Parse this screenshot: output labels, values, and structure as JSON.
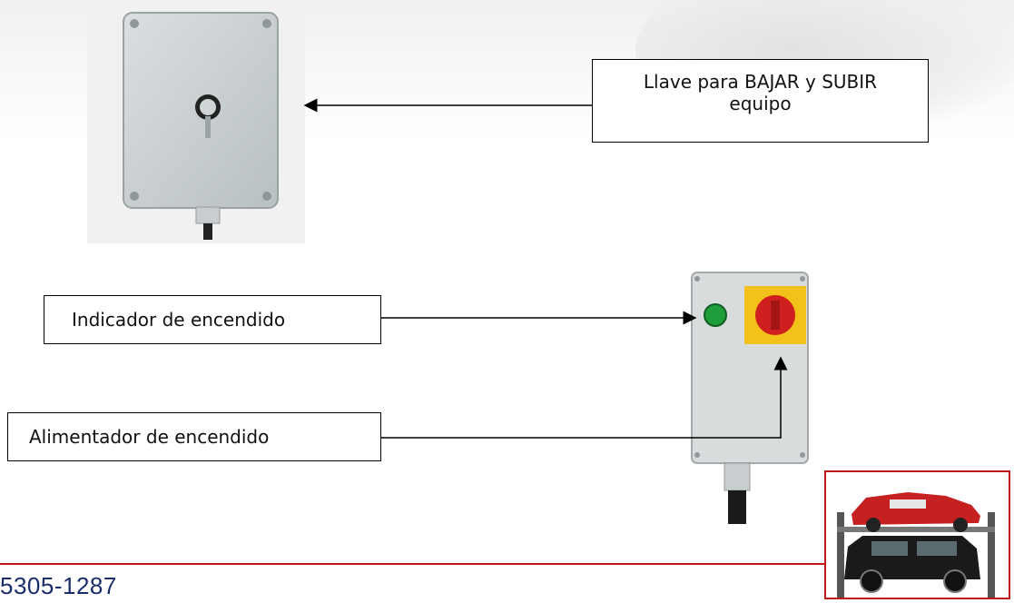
{
  "callouts": {
    "key_switch": {
      "line1": "Llave para BAJAR y SUBIR",
      "line2": "equipo"
    },
    "power_indicator": {
      "label": "Indicador de encendido"
    },
    "power_supply": {
      "label": "Alimentador de encendido"
    }
  },
  "footer": {
    "phone": "5305-1287"
  },
  "colors": {
    "accent_red": "#c0171b",
    "phone_blue": "#1b2c6b",
    "indicator_green": "#1e9e3a",
    "switch_yellow": "#f2c21a",
    "switch_red": "#d01f1f"
  },
  "icons": [
    "key-switch-box-photo",
    "control-box-photo",
    "car-lift-logo"
  ]
}
